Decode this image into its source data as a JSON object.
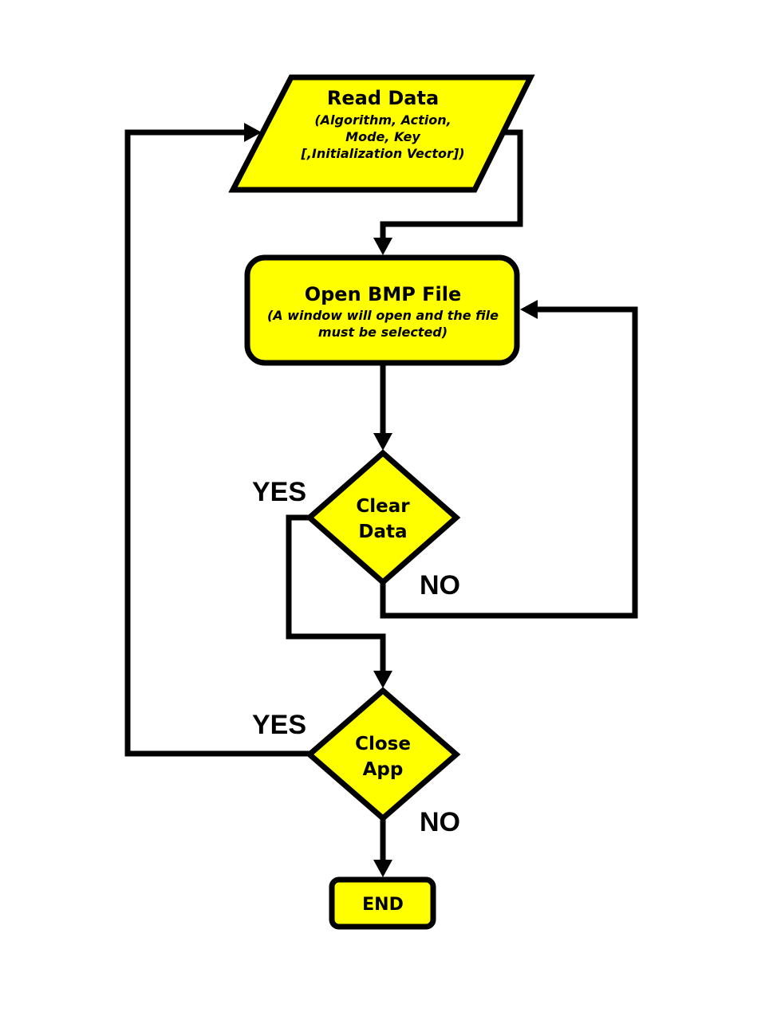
{
  "nodes": {
    "read_data": {
      "title": "Read Data",
      "lines": [
        "(Algorithm, Action,",
        "Mode, Key",
        "[,Initialization Vector])"
      ]
    },
    "open_bmp": {
      "title": "Open BMP File",
      "lines": [
        "(A window will open and the file",
        "must be selected)"
      ]
    },
    "clear_data": {
      "lines": [
        "Clear",
        "Data"
      ]
    },
    "close_app": {
      "lines": [
        "Close",
        "App"
      ]
    },
    "end": {
      "title": "END"
    }
  },
  "edges": {
    "clear_yes": "YES",
    "clear_no": "NO",
    "close_yes": "YES",
    "close_no": "NO"
  },
  "colors": {
    "fill": "#ffff00",
    "stroke": "#000000"
  }
}
